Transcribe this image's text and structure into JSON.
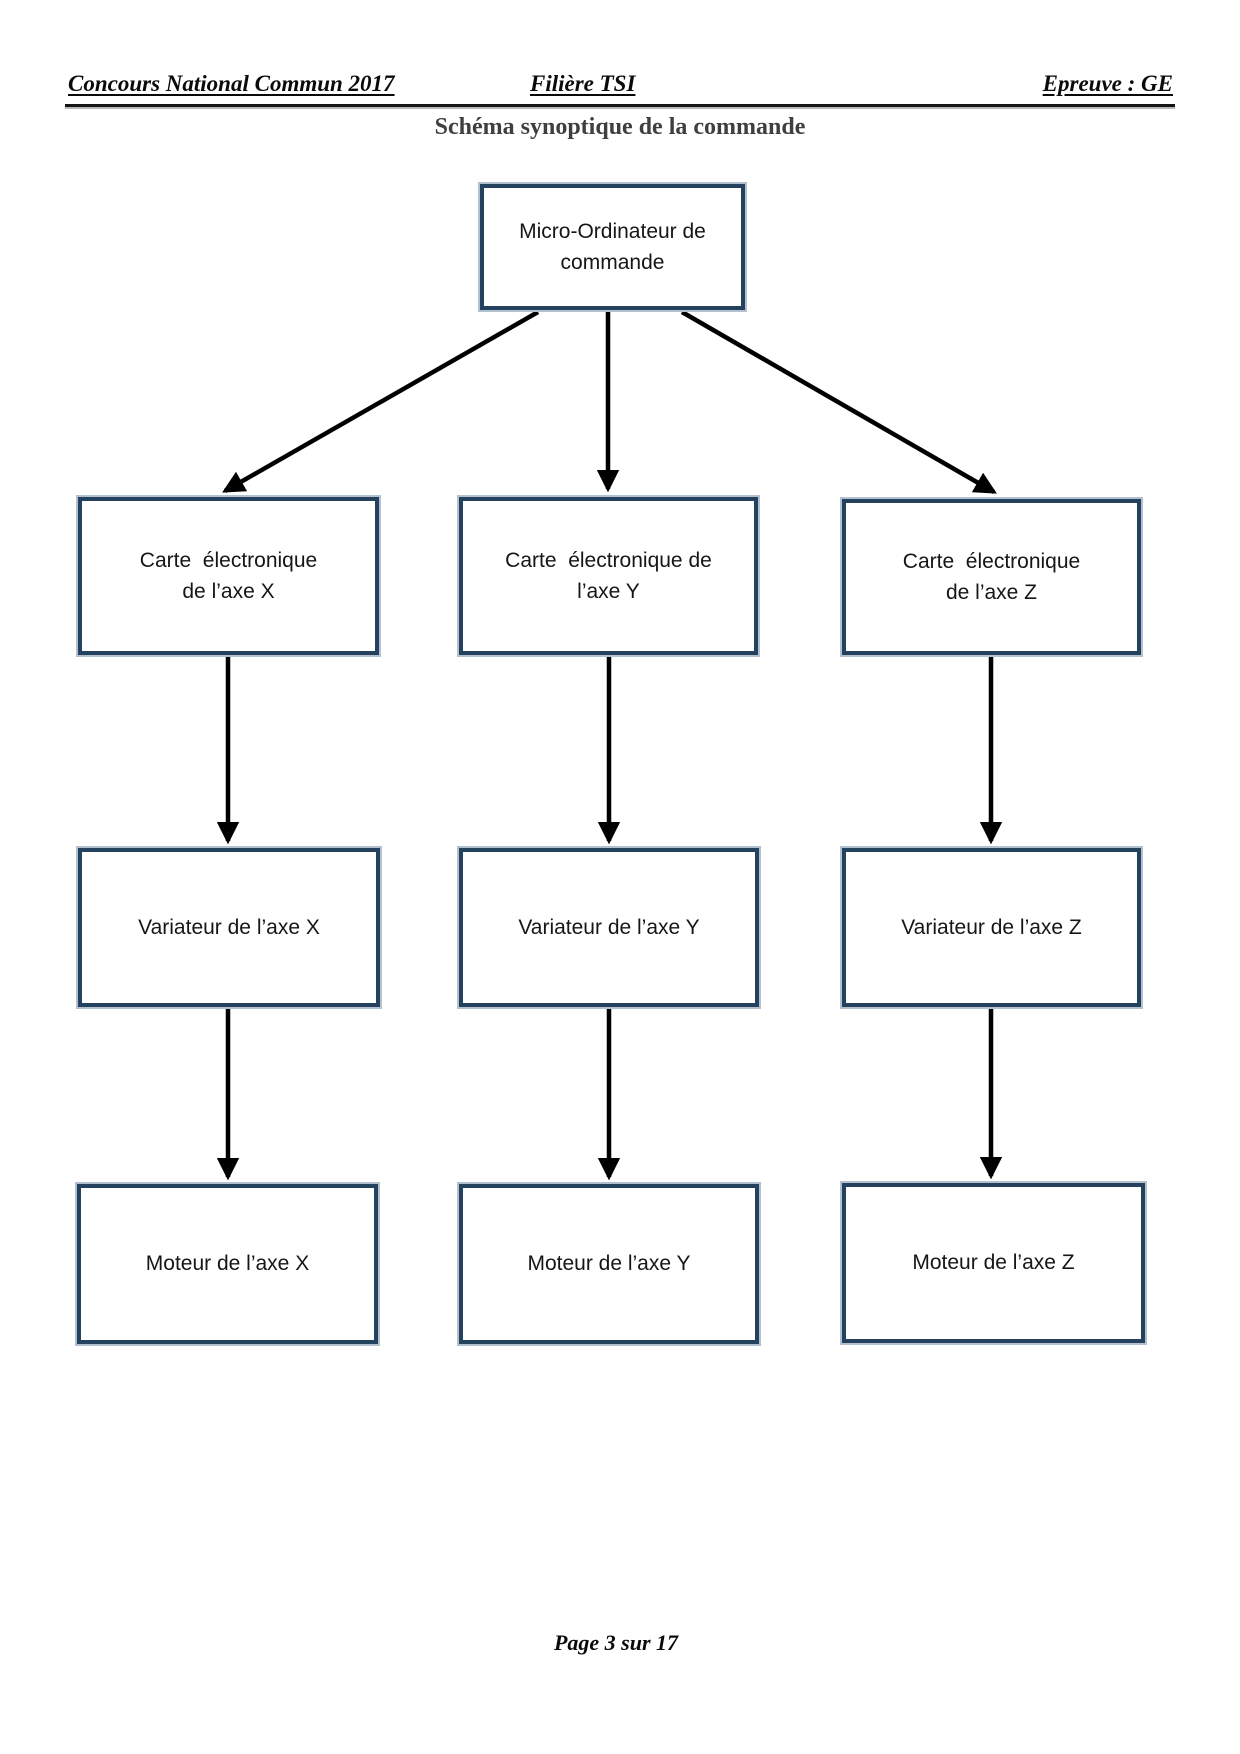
{
  "header": {
    "left": "Concours National Commun 2017",
    "center": "Filière TSI",
    "right": "Epreuve : GE"
  },
  "title": "Schéma synoptique de la commande",
  "footer": {
    "text": "Page 3 sur 17"
  },
  "colors": {
    "box-border": "#24415e",
    "box-outline": "#b3c0d0",
    "arrow": "#000000",
    "title-color": "#3f3f3f"
  },
  "diagram": {
    "nodes": [
      {
        "id": "micro-ordinateur",
        "label": "Micro-Ordinateur de\ncommande"
      },
      {
        "id": "carte-axe-x",
        "label": "Carte  électronique\nde l’axe X"
      },
      {
        "id": "carte-axe-y",
        "label": "Carte  électronique de\nl’axe Y"
      },
      {
        "id": "carte-axe-z",
        "label": "Carte  électronique\nde l’axe Z"
      },
      {
        "id": "variateur-axe-x",
        "label": "Variateur de l’axe X"
      },
      {
        "id": "variateur-axe-y",
        "label": "Variateur de l’axe Y"
      },
      {
        "id": "variateur-axe-z",
        "label": "Variateur de l’axe Z"
      },
      {
        "id": "moteur-axe-x",
        "label": "Moteur de l’axe X"
      },
      {
        "id": "moteur-axe-y",
        "label": "Moteur de l’axe Y"
      },
      {
        "id": "moteur-axe-z",
        "label": "Moteur de l’axe Z"
      }
    ],
    "edges": [
      {
        "from": "micro-ordinateur",
        "to": "carte-axe-x"
      },
      {
        "from": "micro-ordinateur",
        "to": "carte-axe-y"
      },
      {
        "from": "micro-ordinateur",
        "to": "carte-axe-z"
      },
      {
        "from": "carte-axe-x",
        "to": "variateur-axe-x"
      },
      {
        "from": "carte-axe-y",
        "to": "variateur-axe-y"
      },
      {
        "from": "carte-axe-z",
        "to": "variateur-axe-z"
      },
      {
        "from": "variateur-axe-x",
        "to": "moteur-axe-x"
      },
      {
        "from": "variateur-axe-y",
        "to": "moteur-axe-y"
      },
      {
        "from": "variateur-axe-z",
        "to": "moteur-axe-z"
      }
    ]
  }
}
